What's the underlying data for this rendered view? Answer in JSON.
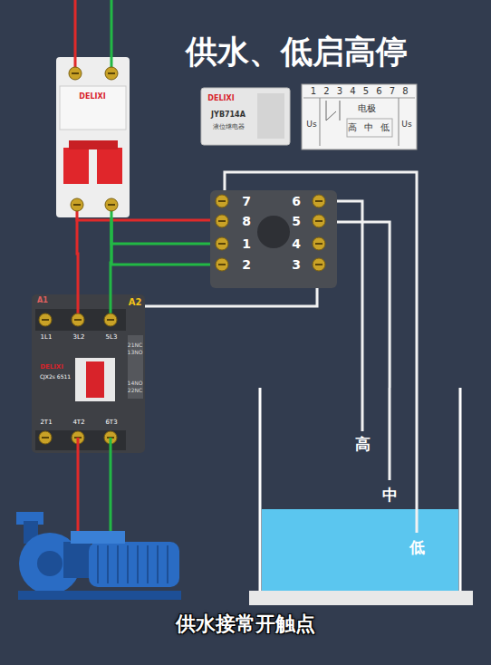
{
  "diagram": {
    "title": "供水、低启高停",
    "caption": "供水接常开触点",
    "nodes": [
      {
        "text": [
          "DELIXI"
        ]
      },
      {
        "text": [
          "DELIXI",
          "JYB714A",
          "液位继电器"
        ]
      },
      {
        "text": [
          "1",
          "2",
          "3",
          "4",
          "5",
          "6",
          "7",
          "8",
          "Us",
          "电极",
          "高",
          "中",
          "低",
          "Us"
        ]
      },
      {
        "text": [
          "7",
          "6",
          "8",
          "5",
          "1",
          "4",
          "2",
          "3"
        ]
      },
      {
        "text": [
          "A1",
          "A2",
          "1L1",
          "3L2",
          "5L3",
          "DELIXI",
          "CJX2s 6511",
          "21NC",
          "13NO",
          "14NO",
          "22NC",
          "2T1",
          "4T2",
          "6T3"
        ]
      },
      {
        "text": [
          "高",
          "中",
          "低"
        ]
      }
    ],
    "edges": [
      {
        "from": 0,
        "to": 4,
        "arrow": "none"
      },
      {
        "from": 0,
        "to": 4,
        "arrow": "none"
      },
      {
        "from": 0,
        "to": 3,
        "arrow": "none"
      },
      {
        "from": 0,
        "to": 3,
        "arrow": "none"
      },
      {
        "from": 0,
        "to": 3,
        "arrow": "none"
      },
      {
        "from": 3,
        "to": 4,
        "arrow": "none"
      },
      {
        "from": 3,
        "to": 5,
        "arrow": "none"
      },
      {
        "from": 3,
        "to": 5,
        "arrow": "none"
      },
      {
        "from": 3,
        "to": 5,
        "arrow": "none"
      }
    ]
  }
}
